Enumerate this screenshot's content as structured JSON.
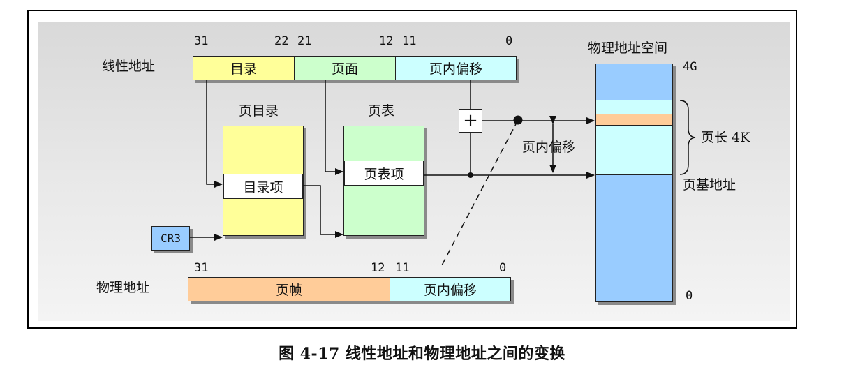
{
  "linear_address": {
    "label": "线性地址",
    "bits": {
      "b31": "31",
      "b22": "22",
      "b21": "21",
      "b12": "12",
      "b11": "11",
      "b0": "0"
    },
    "fields": {
      "dir": "目录",
      "page": "页面",
      "offset": "页内偏移"
    }
  },
  "page_directory": {
    "title": "页目录",
    "entry": "目录项"
  },
  "page_table": {
    "title": "页表",
    "entry": "页表项"
  },
  "adder_symbol": "+",
  "offset_label": "页内偏移",
  "cr3": "CR3",
  "physical_space": {
    "title": "物理地址空间",
    "top": "4G",
    "bottom": "0",
    "page_size": "页长 4K",
    "page_base": "页基地址"
  },
  "physical_address": {
    "label": "物理地址",
    "bits": {
      "b31": "31",
      "b12": "12",
      "b11": "11",
      "b0": "0"
    },
    "fields": {
      "frame": "页帧",
      "offset": "页内偏移"
    }
  },
  "caption": "图 4-17 线性地址和物理地址之间的变换",
  "colors": {
    "yellow": "#ffff99",
    "green": "#ccffcc",
    "cyan": "#ccffff",
    "orange": "#ffcc99",
    "blue": "#99ccff",
    "cr3": "#99ccff"
  }
}
